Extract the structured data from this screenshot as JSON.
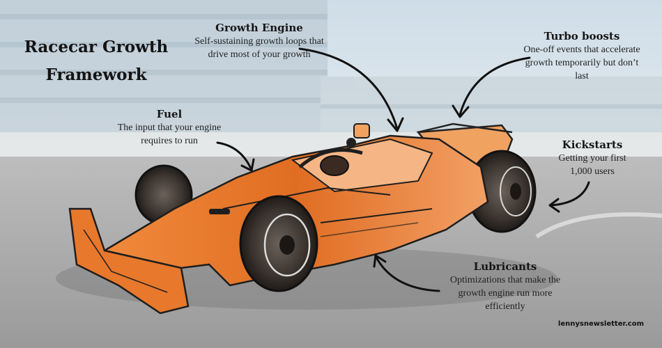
{
  "title": "Racecar Growth Framework",
  "components": {
    "growth_engine": {
      "heading": "Growth Engine",
      "description": "Self-sustaining growth loops that drive most of your growth"
    },
    "turbo_boosts": {
      "heading": "Turbo boosts",
      "description": "One-off events that accelerate growth temporarily but don’t last"
    },
    "fuel": {
      "heading": "Fuel",
      "description": "The input that your engine requires to run"
    },
    "kickstarts": {
      "heading": "Kickstarts",
      "description": "Getting your first 1,000 users"
    },
    "lubricants": {
      "heading": "Lubricants",
      "description": "Optimizations that make the growth engine run more efficiently"
    }
  },
  "footer": "lennysnewsletter.com",
  "colors": {
    "car_orange": "#e8782c",
    "car_light": "#f5b07a",
    "tire": "#2c2724",
    "sky": "#c9dae6",
    "track": "#a7a7a7"
  }
}
